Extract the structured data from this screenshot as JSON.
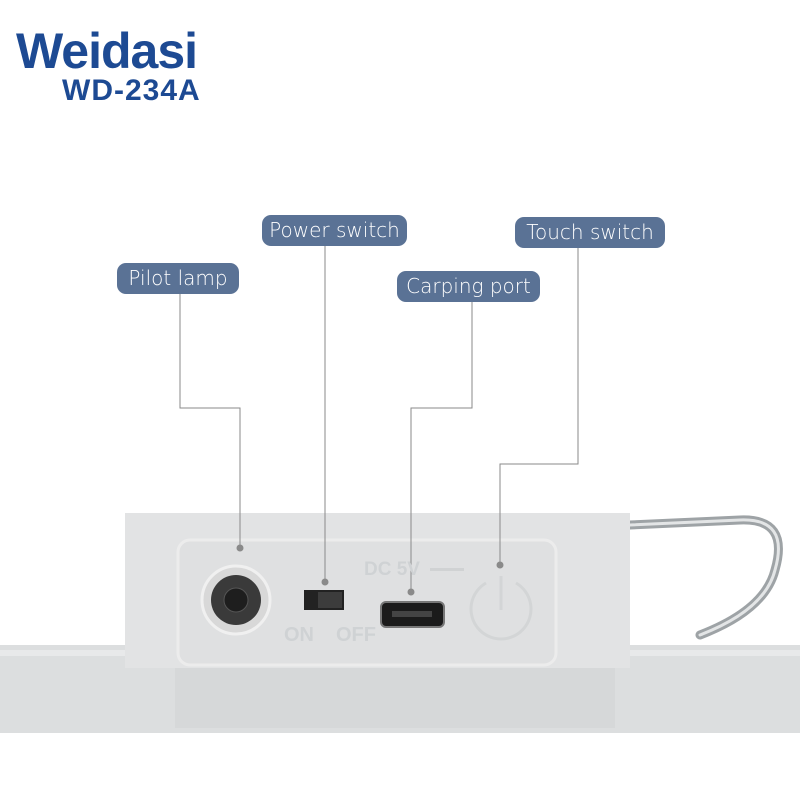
{
  "brand": {
    "name": "Weidasi",
    "model": "WD-234A"
  },
  "labels": {
    "pilot_lamp": "Pilot lamp",
    "power_switch": "Power switch",
    "charging_port": "Carping port",
    "touch_switch": "Touch switch"
  },
  "device_markings": {
    "on": "ON",
    "off": "OFF",
    "voltage": "DC 5V"
  },
  "colors": {
    "brand": "#1d4a93",
    "label_bg": "#5a7295",
    "leader": "#8a8a8a"
  }
}
